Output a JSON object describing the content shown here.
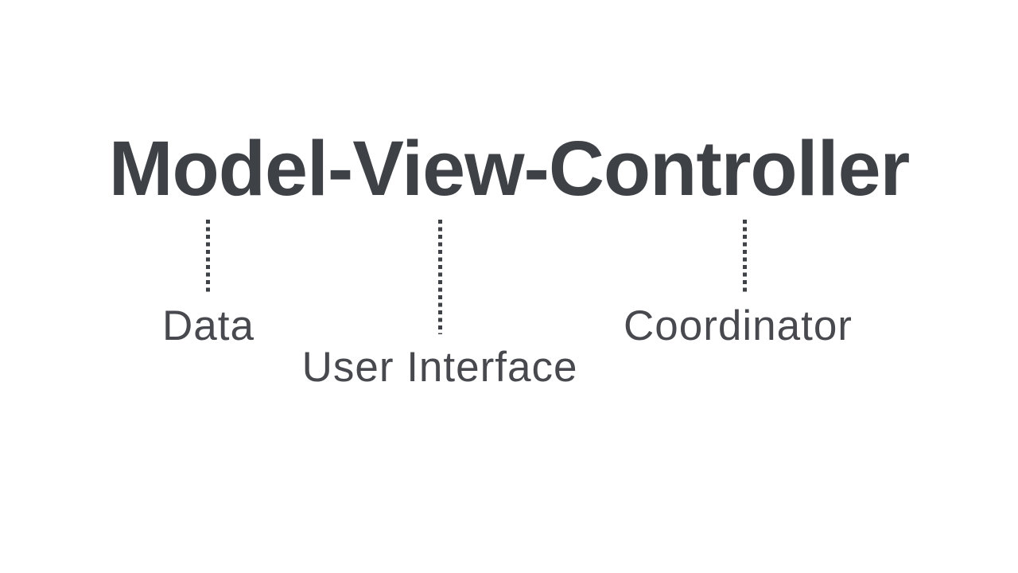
{
  "slide": {
    "title": "Model-View-Controller",
    "annotations": [
      {
        "part": "model",
        "label": "Data"
      },
      {
        "part": "view",
        "label": "User Interface"
      },
      {
        "part": "controller",
        "label": "Coordinator"
      }
    ],
    "colors": {
      "background": "#ffffff",
      "title_text": "#3e4247",
      "label_text": "#47494e",
      "connector": "#3e4247"
    }
  }
}
